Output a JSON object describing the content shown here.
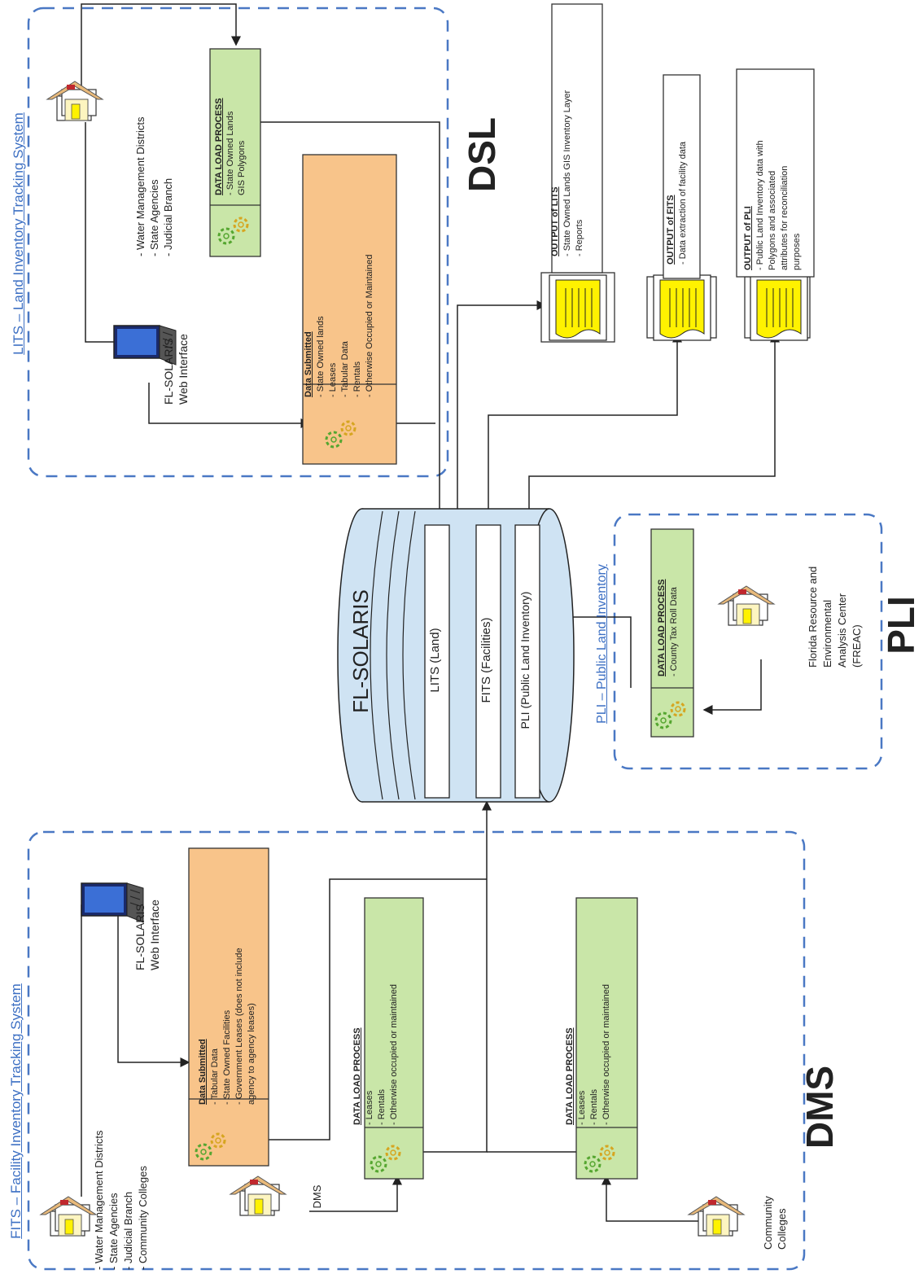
{
  "sections": {
    "lits": {
      "title": "LITS – Land Inventory Tracking System",
      "tag": "DSL"
    },
    "fits": {
      "title": "FITS – Facility Inventory Tracking System",
      "tag": "DMS"
    },
    "pli": {
      "title": "PLI – Public Land Inventory",
      "tag": "PLI"
    }
  },
  "database": {
    "name": "FL-SOLARIS",
    "modules": [
      "LITS (Land)",
      "FITS (Facilities)",
      "PLI  (Public Land Inventory)"
    ]
  },
  "lits": {
    "source_items": [
      "- Water Management Districts",
      "- State Agencies",
      "- Judicial Branch"
    ],
    "web_interface": [
      "FL-SOLARIS",
      "Web Interface"
    ],
    "data_load": {
      "title": "DATA LOAD PROCESS",
      "items": [
        "- State Owned Lands",
        "GIS Polygons"
      ]
    },
    "data_submitted": {
      "title": "Data Submitted",
      "items": [
        "- State Owned lands",
        "- Leases",
        "- Tabular Data",
        "- Rentals",
        "- Otherwise Occupied or Maintained"
      ]
    }
  },
  "outputs": [
    {
      "title": "OUTPUT of LITS",
      "items": [
        "- State Owned Lands GIS Inventory Layer",
        "- Reports"
      ]
    },
    {
      "title": "OUTPUT of FITS",
      "items": [
        "- Data extraction of facility data"
      ]
    },
    {
      "title": "OUTPUT of PLI",
      "items": [
        "- Public Land Inventory data with",
        "Polygons and associated",
        "attributes for reconciliation",
        "purposes"
      ]
    }
  ],
  "pli": {
    "data_load": {
      "title": "DATA LOAD PROCESS",
      "items": [
        "- County Tax Roll Data"
      ]
    },
    "source": [
      "Florida Resource and",
      "Environmental",
      "Analysis Center",
      "(FREAC)"
    ]
  },
  "fits": {
    "source_items": [
      "- Water Management Districts",
      "- State Agencies",
      "- Judicial Branch",
      "- Community Colleges"
    ],
    "web_interface": [
      "FL-SOLARIS",
      "Web Interface"
    ],
    "data_submitted": {
      "title": "Data Submitted",
      "items": [
        "- Tabular Data",
        "- State Owned Facilities",
        "- Government Leases (does not include",
        "agency to agency leases)"
      ]
    },
    "dms_load": {
      "title": "DATA LOAD PROCESS",
      "items": [
        "- Leases",
        "- Rentals",
        "- Otherwise occupied or maintained"
      ]
    },
    "dms_label": "DMS",
    "cc_load": {
      "title": "DATA LOAD PROCESS",
      "items": [
        "- Leases",
        "- Rentals",
        "- Otherwise occupied or maintained"
      ]
    },
    "cc_label": [
      "Community",
      "Colleges"
    ]
  },
  "colors": {
    "dash_border": "#4a78c4",
    "title_blue": "#3c6fc3",
    "orange_fill": "#f8c48a",
    "green_fill": "#c9e6a8",
    "db_fill": "#cfe3f3",
    "doc_yellow": "#fff200"
  },
  "icons": [
    "building-icon",
    "laptop-icon",
    "gear-icon",
    "document-icon",
    "database-cylinder"
  ]
}
